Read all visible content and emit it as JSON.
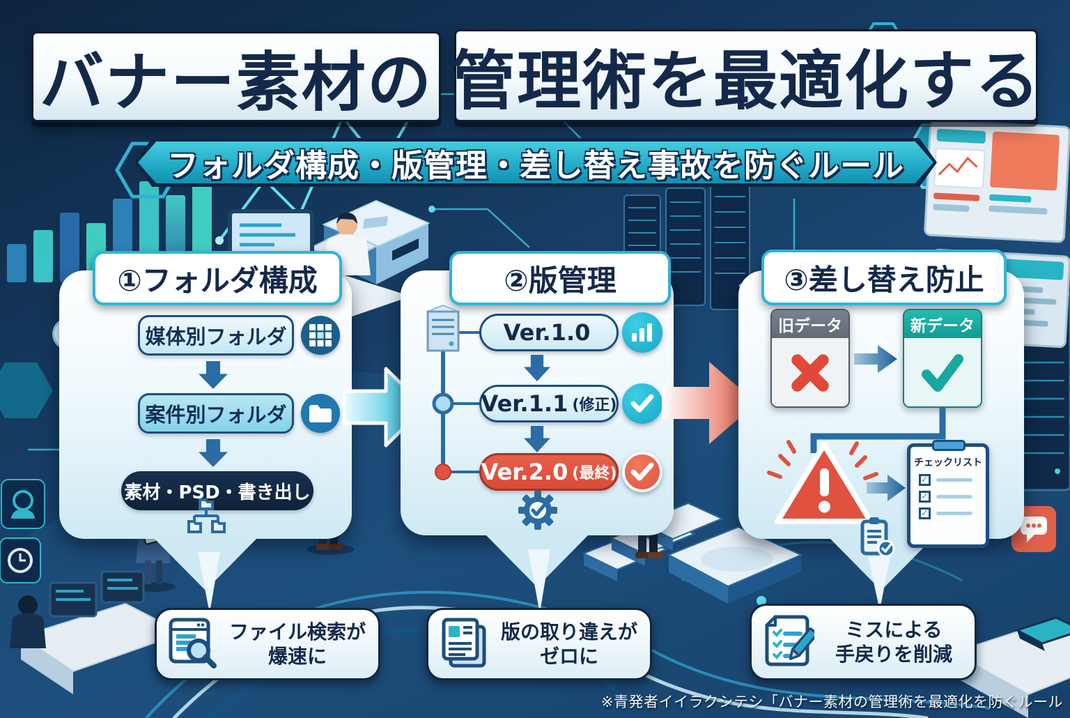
{
  "title": {
    "left": "バナー素材の",
    "right": "管理術を最適化する"
  },
  "subtitle": "フォルダ構成・版管理・差し替え事故を防ぐルール",
  "panel1": {
    "header": "①フォルダ構成",
    "step1": "媒体別フォルダ",
    "step2": "案件別フォルダ",
    "step3": "素材・PSD・書き出し"
  },
  "panel2": {
    "header": "②版管理",
    "v1": {
      "label": "Ver.1.0",
      "note": ""
    },
    "v2": {
      "label": "Ver.1.1",
      "note": "(修正)"
    },
    "v3": {
      "label": "Ver.2.0",
      "note": "(最終)"
    }
  },
  "panel3": {
    "header": "③差し替え防止",
    "old_label": "旧データ",
    "new_label": "新データ",
    "checklist_title": "チェックリスト"
  },
  "callouts": [
    {
      "line1": "ファイル検索が",
      "line2": "爆速に"
    },
    {
      "line1": "版の取り違えが",
      "line2": "ゼロに"
    },
    {
      "line1": "ミスによる",
      "line2": "手戻りを削減"
    }
  ],
  "footer": "※青発者イイラクシテシ「バナー素材の管理術を最適化を防ぐルール",
  "icons": {
    "panel1_step1": "grid-icon",
    "panel1_step2": "folder-icon",
    "panel1_bottom": "folder-tree-icon",
    "panel2_v1": "bar-chart-icon",
    "panel2_v2": "check-icon",
    "panel2_v3": "check-icon",
    "panel2_bottom": "gear-check-icon",
    "panel3_old": "x-mark-icon",
    "panel3_new": "check-icon",
    "panel3_alert": "warning-triangle-icon",
    "callout1": "file-search-icon",
    "callout2": "documents-icon",
    "callout3": "checklist-pencil-icon"
  },
  "colors": {
    "navy": "#14294a",
    "accent_cyan": "#23b7d3",
    "accent_red": "#e2574a",
    "teal": "#19a8a0",
    "panel_blue": "#2a6ca3",
    "gray_header": "#6a7480"
  }
}
